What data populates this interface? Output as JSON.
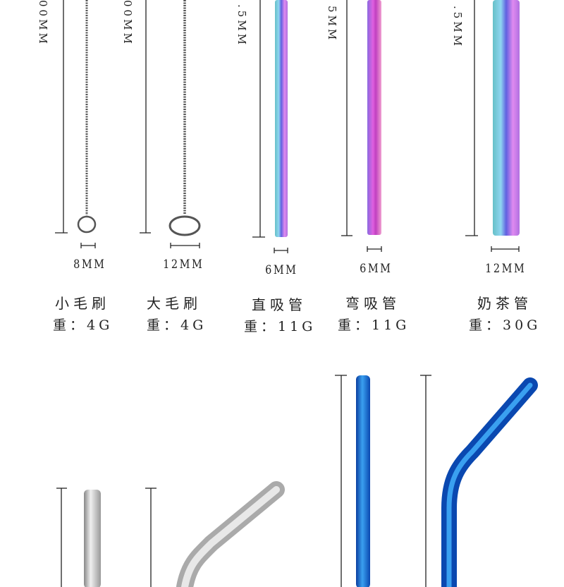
{
  "products": [
    {
      "length_label": "00MM",
      "width_label": "8MM",
      "name": "小毛刷",
      "weight": "重：4G"
    },
    {
      "length_label": "00MM",
      "width_label": "12MM",
      "name": "大毛刷",
      "weight": "重：4G"
    },
    {
      "length_label": ".5MM",
      "width_label": "6MM",
      "name": "直吸管",
      "weight": "重：11G"
    },
    {
      "length_label": "5MM",
      "width_label": "6MM",
      "name": "弯吸管",
      "weight": "重：11G"
    },
    {
      "length_label": ".5MM",
      "width_label": "12MM",
      "name": "奶茶管",
      "weight": "重：30G"
    }
  ],
  "colors": {
    "silver": "#c8c8c8",
    "blue": "#1e6fd0",
    "rainbow": [
      "#6fc8d8",
      "#8a7ce8",
      "#e07ce8"
    ]
  }
}
